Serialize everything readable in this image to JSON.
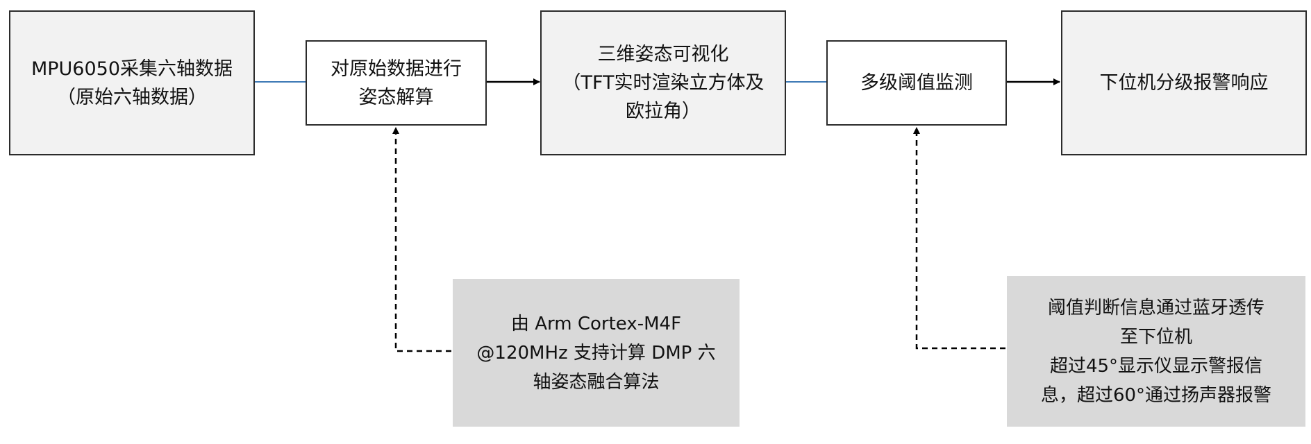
{
  "boxes": {
    "b1": "MPU6050采集六轴数据\n（原始六轴数据）",
    "b2": "对原始数据进行\n姿态解算",
    "b3": "三维姿态可视化\n（TFT实时渲染立方体及\n欧拉角）",
    "b4": "多级阈值监测",
    "b5": "下位机分级报警响应"
  },
  "notes": {
    "n1": "由 Arm Cortex-M4F\n@120MHz 支持计算 DMP 六\n轴姿态融合算法",
    "n2": "阈值判断信息通过蓝牙透传\n至下位机\n超过45°显示仪显示警报信\n息，超过60°通过扬声器报警"
  },
  "colors": {
    "box_fill_grey": "#f2f2f2",
    "box_fill_white": "#ffffff",
    "note_fill": "#d9d9d9",
    "border": "#2b2b2b",
    "blue_link": "#3d79b5",
    "arrow": "#000000"
  }
}
